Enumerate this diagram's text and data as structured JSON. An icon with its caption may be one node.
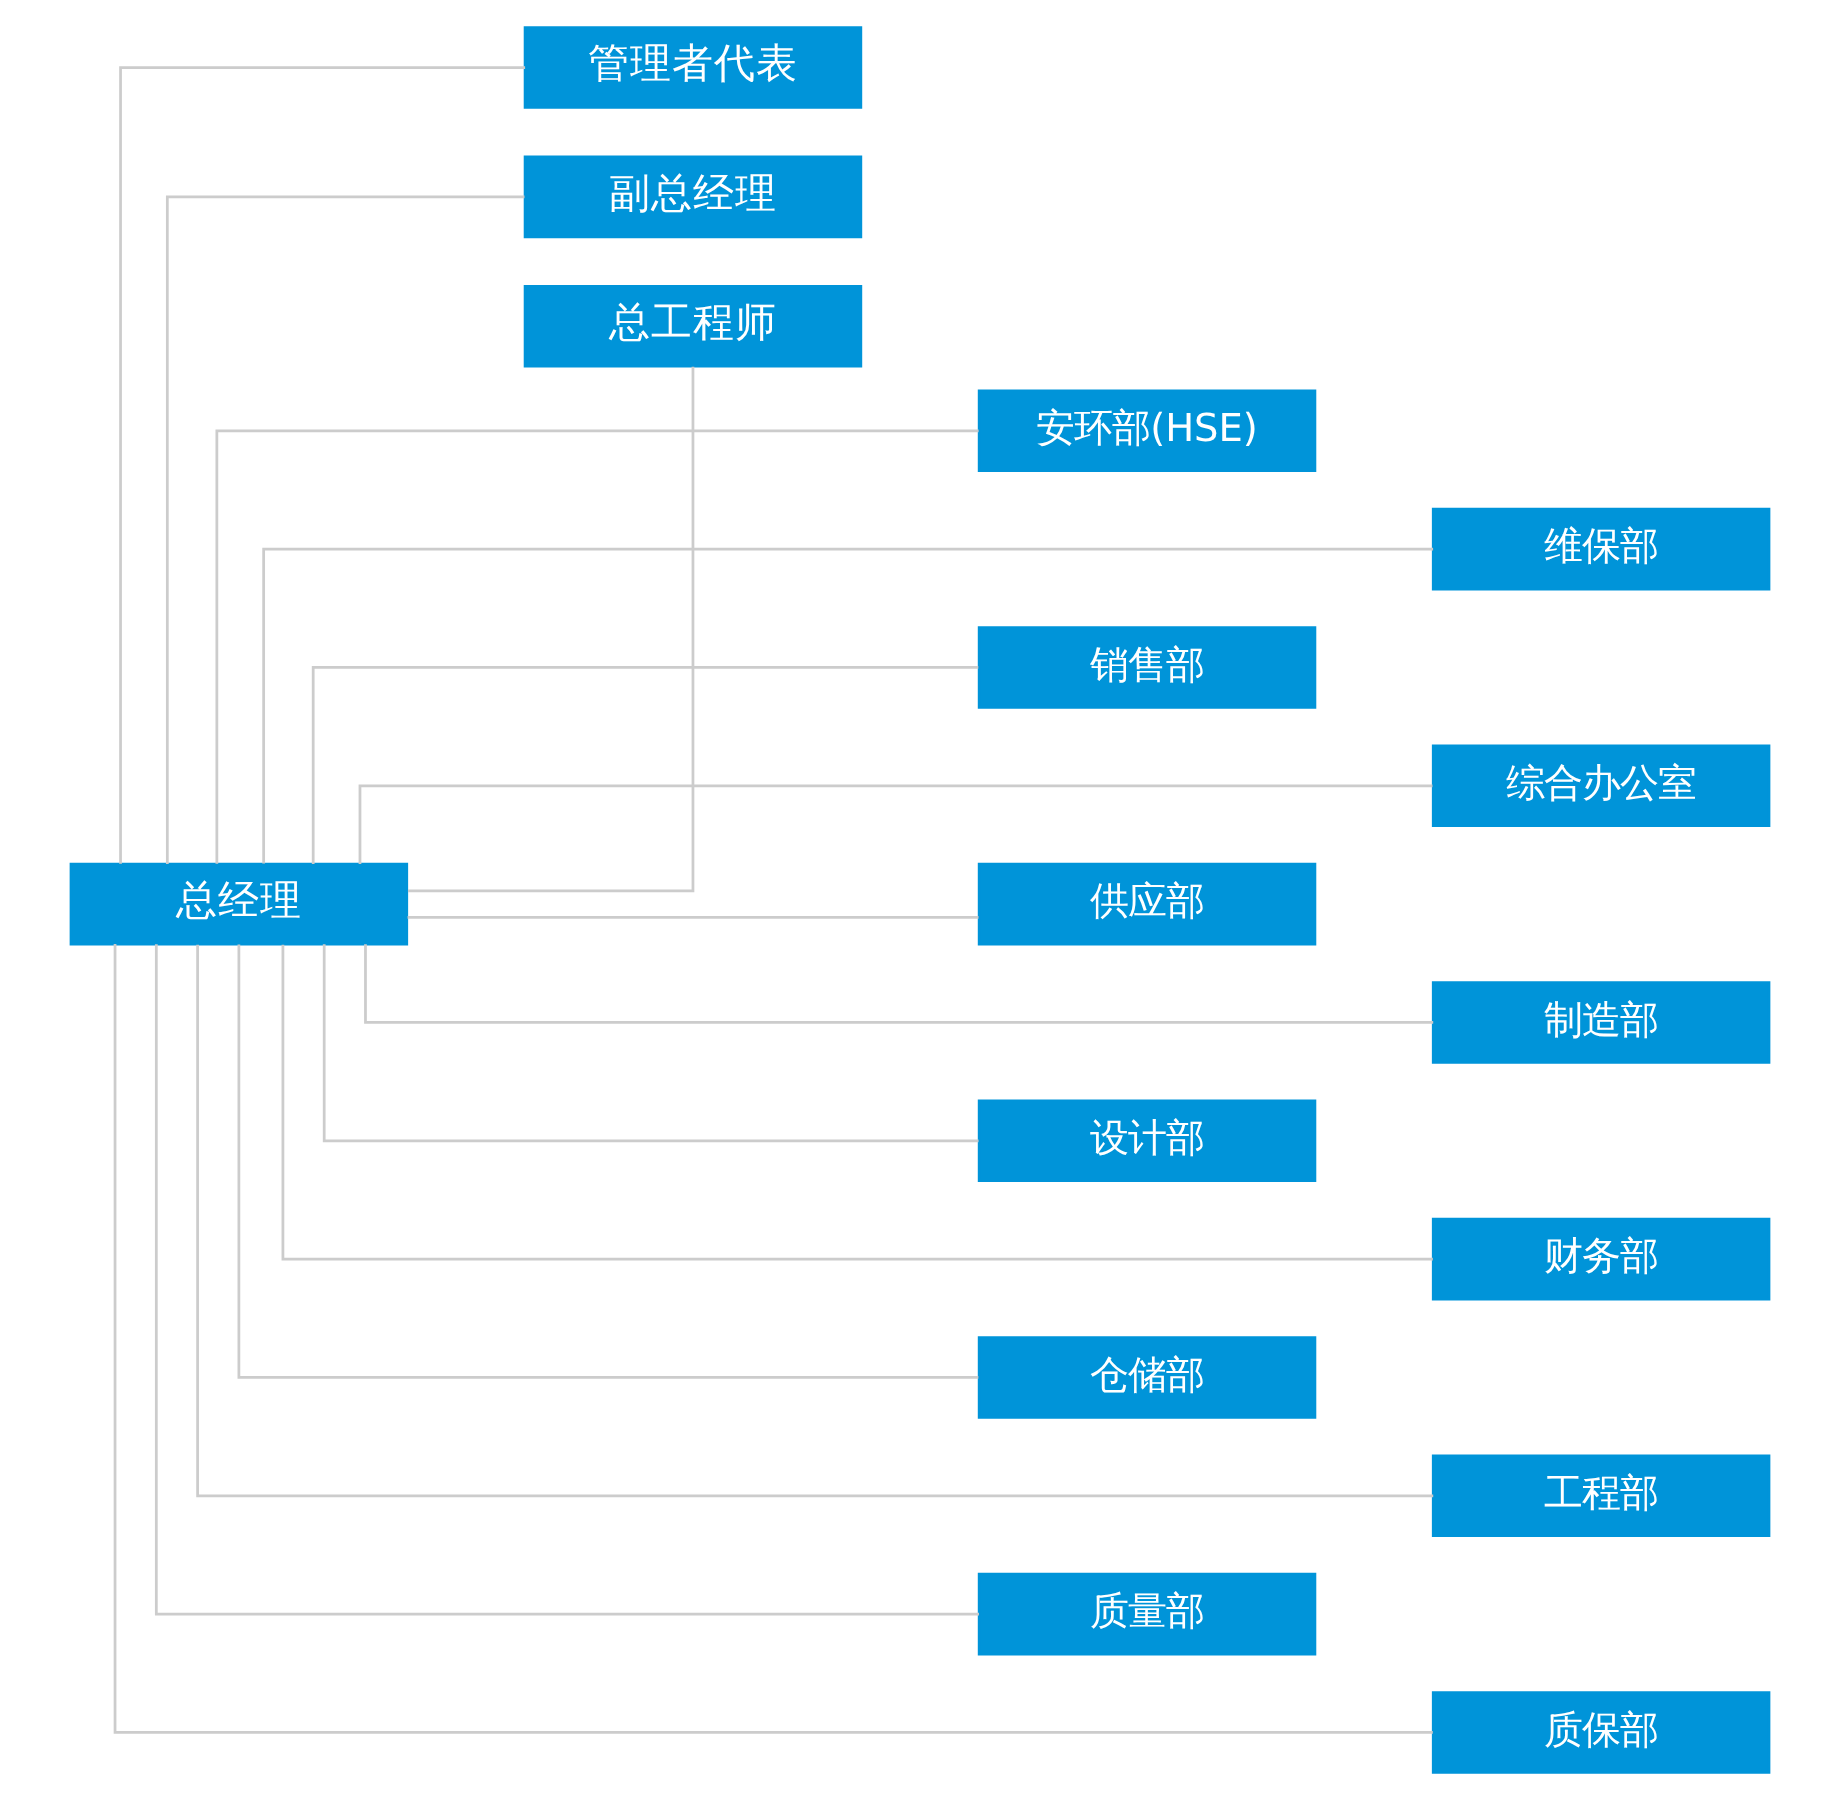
{
  "diagram": {
    "nodes": [
      {
        "text": [
          "总经理"
        ]
      },
      {
        "text": [
          "管理者代表"
        ]
      },
      {
        "text": [
          "副总经理"
        ]
      },
      {
        "text": [
          "总工程师"
        ]
      },
      {
        "text": [
          "安环部(HSE)"
        ]
      },
      {
        "text": [
          "维保部"
        ]
      },
      {
        "text": [
          "销售部"
        ]
      },
      {
        "text": [
          "综合办公室"
        ]
      },
      {
        "text": [
          "供应部"
        ]
      },
      {
        "text": [
          "制造部"
        ]
      },
      {
        "text": [
          "设计部"
        ]
      },
      {
        "text": [
          "财务部"
        ]
      },
      {
        "text": [
          "仓储部"
        ]
      },
      {
        "text": [
          "工程部"
        ]
      },
      {
        "text": [
          "质量部"
        ]
      },
      {
        "text": [
          "质保部"
        ]
      }
    ],
    "edges": [
      {
        "from": 0,
        "to": 1,
        "arrow": "none"
      },
      {
        "from": 0,
        "to": 2,
        "arrow": "none"
      },
      {
        "from": 0,
        "to": 3,
        "arrow": "none"
      },
      {
        "from": 0,
        "to": 4,
        "arrow": "none"
      },
      {
        "from": 0,
        "to": 5,
        "arrow": "none"
      },
      {
        "from": 0,
        "to": 6,
        "arrow": "none"
      },
      {
        "from": 0,
        "to": 7,
        "arrow": "none"
      },
      {
        "from": 0,
        "to": 8,
        "arrow": "none"
      },
      {
        "from": 0,
        "to": 9,
        "arrow": "none"
      },
      {
        "from": 0,
        "to": 10,
        "arrow": "none"
      },
      {
        "from": 0,
        "to": 11,
        "arrow": "none"
      },
      {
        "from": 0,
        "to": 12,
        "arrow": "none"
      },
      {
        "from": 0,
        "to": 13,
        "arrow": "none"
      },
      {
        "from": 0,
        "to": 14,
        "arrow": "none"
      },
      {
        "from": 0,
        "to": 15,
        "arrow": "none"
      }
    ]
  }
}
